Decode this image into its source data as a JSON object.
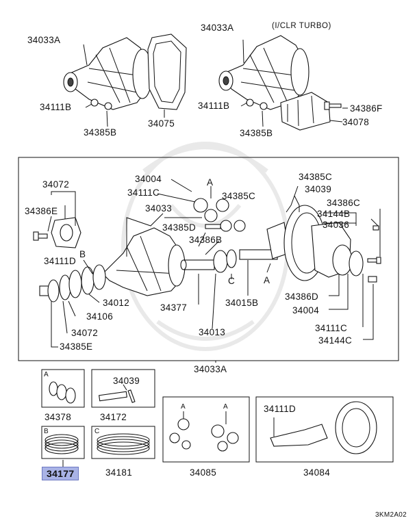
{
  "labels": {
    "l34033A_1": "34033A",
    "l34033A_2": "34033A",
    "note": "(I/CLR TURBO)",
    "l34111B_1": "34111B",
    "l34385B_1": "34385B",
    "l34075": "34075",
    "l34111B_2": "34111B",
    "l34385B_2": "34385B",
    "l34386F": "34386F",
    "l34078": "34078",
    "l34072_top": "34072",
    "l34386E": "34386E",
    "l34004_top": "34004",
    "l34111C_top": "34111C",
    "lA_1": "A",
    "l34385C_mid": "34385C",
    "l34385C_top": "34385C",
    "l34039": "34039",
    "l34033": "34033",
    "l34386C": "34386C",
    "l34144B": "34144B",
    "l34036": "34036",
    "l34385D": "34385D",
    "l34386B": "34386B",
    "l34111D": "34111D",
    "lB_1": "B",
    "l34012": "34012",
    "l34106": "34106",
    "l34377": "34377",
    "lC_1": "C",
    "lA_2": "A",
    "l34015B": "34015B",
    "l34386D": "34386D",
    "l34004_bot": "34004",
    "l34072_bot": "34072",
    "l34013": "34013",
    "l34111C_bot": "34111C",
    "l34385E": "34385E",
    "l34144C": "34144C",
    "l34033A_3": "34033A",
    "l34378": "34378",
    "l34039_kit": "34039",
    "l34172": "34172",
    "l34111D_kit": "34111D",
    "l34177": "34177",
    "l34181": "34181",
    "l34085": "34085",
    "l34084": "34084",
    "boxA_1": "A",
    "boxB": "B",
    "boxC": "C",
    "kitA_1": "A",
    "kitA_2": "A",
    "code": "3KM2A02"
  }
}
